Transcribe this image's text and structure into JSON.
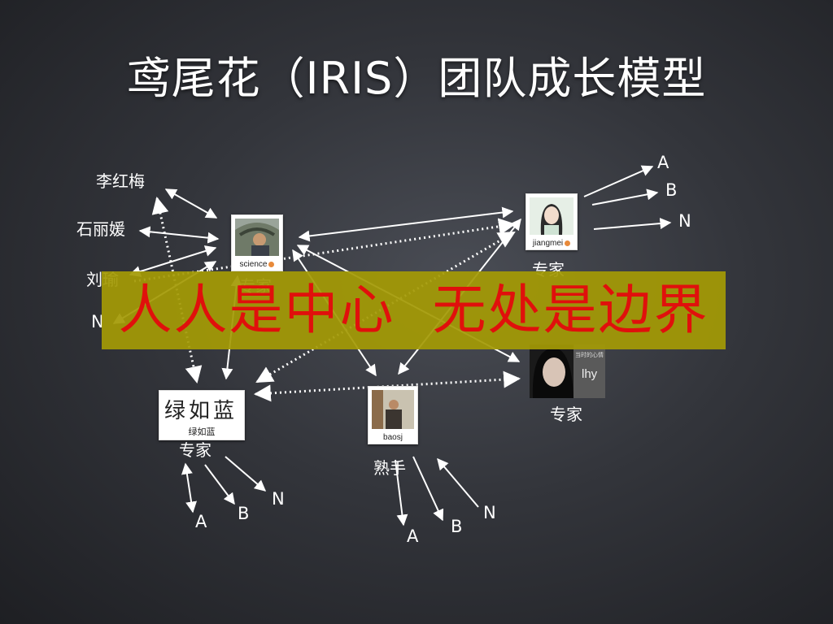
{
  "title": "鸢尾花（IRIS）团队成长模型",
  "banner": "人人是中心  无处是边界",
  "colors": {
    "banner_bg": "#a49a05",
    "banner_text": "#e0100c",
    "arrow": "#ffffff"
  },
  "members": {
    "science": {
      "tag": "science",
      "role": "专家"
    },
    "jiangmei": {
      "tag": "jiangmei",
      "role": "专家"
    },
    "lhy": {
      "tag": "lhy",
      "role": "专家"
    },
    "lvrulan": {
      "tag": "绿如蓝",
      "role": "专家"
    },
    "baosj": {
      "tag": "baosj",
      "role": "熟手"
    }
  },
  "people": {
    "li": "李红梅",
    "shi": "石丽媛",
    "liu": "刘瑜",
    "n": "N"
  },
  "leaves": {
    "jiangmei": [
      "A",
      "B",
      "N"
    ],
    "lvrulan": [
      "A",
      "B",
      "N"
    ],
    "baosj": [
      "A",
      "B",
      "N"
    ]
  },
  "calligraphy": "绿如蓝",
  "photo_caption": "当时的心情"
}
